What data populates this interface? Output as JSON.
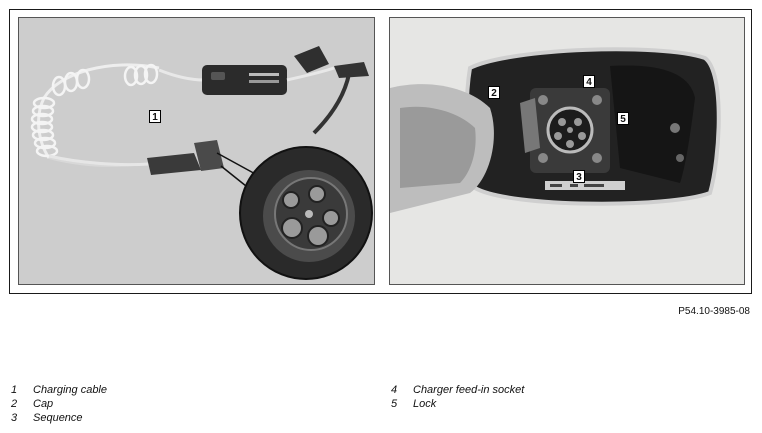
{
  "figure_code": "P54.10-3985-08",
  "callouts": {
    "left_photo": [
      "1"
    ],
    "right_photo": [
      "2",
      "3",
      "4",
      "5"
    ]
  },
  "legend": {
    "left": [
      {
        "num": "1",
        "label": "Charging cable"
      },
      {
        "num": "2",
        "label": "Cap"
      },
      {
        "num": "3",
        "label": "Sequence"
      }
    ],
    "right": [
      {
        "num": "4",
        "label": "Charger feed-in socket"
      },
      {
        "num": "5",
        "label": "Lock"
      }
    ]
  }
}
